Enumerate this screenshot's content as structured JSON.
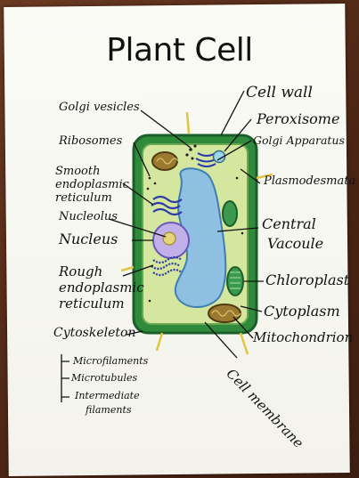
{
  "title": "Plant Cell",
  "labels": {
    "golgi_vesicles": "Golgi vesicles",
    "cell_wall": "Cell wall",
    "peroxisome": "Peroxisome",
    "golgi_apparatus": "Golgi Apparatus",
    "ribosomes": "Ribosomes",
    "smooth_er_1": "Smooth",
    "smooth_er_2": "endoplasmic",
    "smooth_er_3": "reticulum",
    "plasmodesmata": "Plasmodesmata",
    "nucleolus": "Nucleolus",
    "nucleus": "Nucleus",
    "central_vacuole_1": "Central",
    "central_vacuole_2": "Vacoule",
    "rough_er_1": "Rough",
    "rough_er_2": "endoplasmic",
    "rough_er_3": "reticulum",
    "chloroplast": "Chloroplast",
    "cytoplasm": "Cytoplasm",
    "cytoskeleton": "Cytoskeleton",
    "mitochondrion": "Mitochondrion",
    "microfilaments": "Microfilaments",
    "microtubules": "Microtubules",
    "intermediate_1": "Intermediate",
    "intermediate_2": "filaments",
    "cell_membrane": "Cell membrane"
  },
  "colors": {
    "cell_wall": "#1e7a3a",
    "cytoplasm": "#cfe39a",
    "vacuole": "#8fbfe0",
    "nucleus": "#b9a7e6",
    "chloroplast": "#3c9a4f",
    "mitochondrion": "#8a6a2a",
    "er": "#2b3aa6",
    "paper": "#f7f7f1"
  }
}
